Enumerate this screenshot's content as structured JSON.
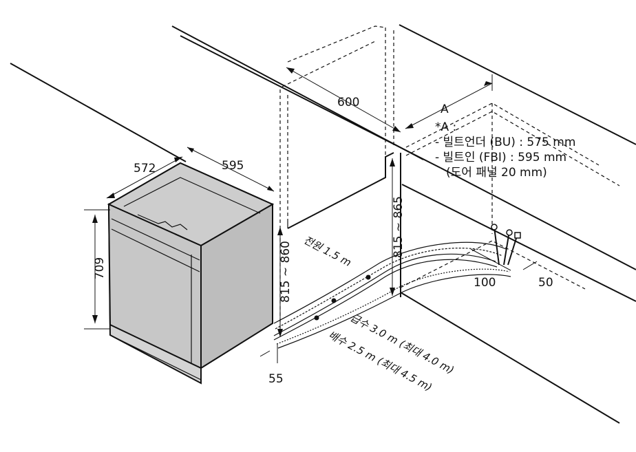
{
  "diagram": {
    "dimensions": {
      "cabinet_width": "600",
      "depth": "572",
      "width": "595",
      "height": "709",
      "height_range_left": "815 ~ 860",
      "height_range_right": "815 ~ 865",
      "bottom_offset": "55",
      "pipe_spacing_a": "100",
      "pipe_spacing_b": "50",
      "marker_a": "A"
    },
    "note": {
      "title": "*A :",
      "line1": "- 빌트언더 (BU) : 575 mm",
      "line2": "- 빌트인 (FBI) : 595 mm",
      "line3": "(도어 패널 20 mm)"
    },
    "hoses": {
      "power": "전원 1.5 m",
      "water_supply": "급수 3.0 m (최대 4.0 m)",
      "drain": "배수 2.5 m (최대 4.5 m)"
    }
  }
}
